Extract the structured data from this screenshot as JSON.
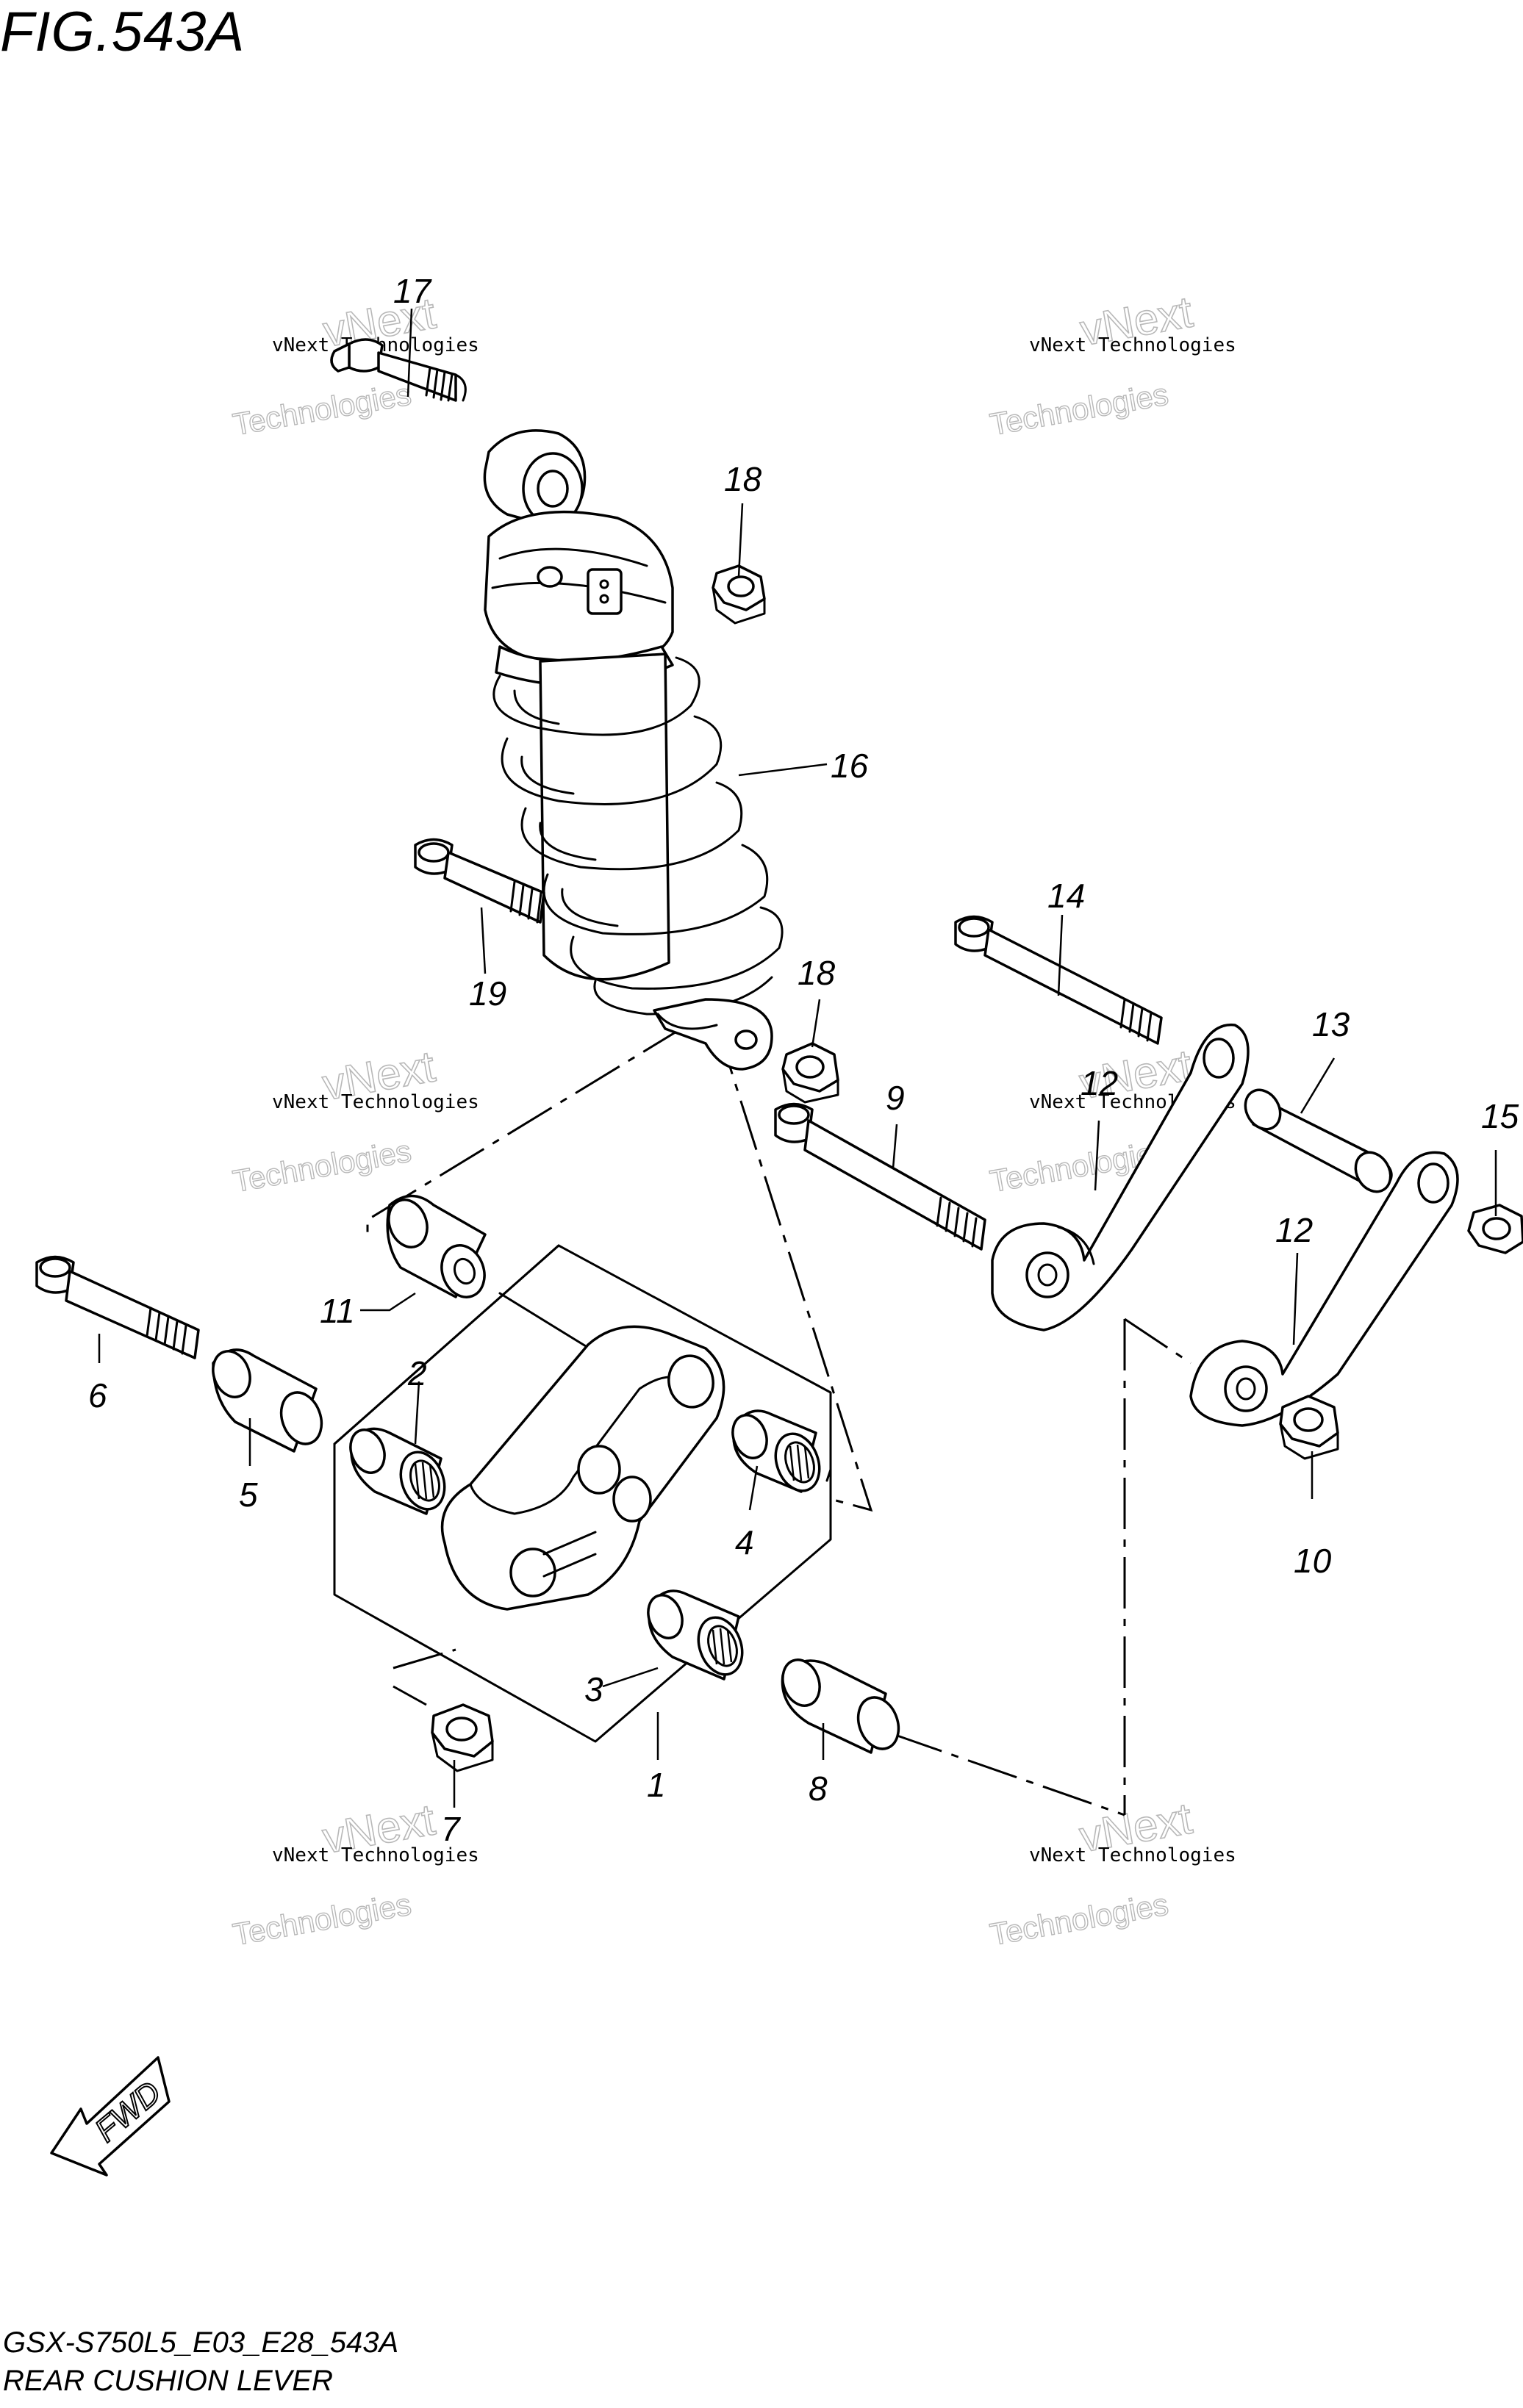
{
  "figure": {
    "title": "FIG.543A",
    "code": "GSX-S750L5_E03_E28_543A",
    "name": "REAR CUSHION LEVER",
    "direction_label": "FWD"
  },
  "watermark": {
    "line1": "vNext Technologies",
    "line2": "vNext",
    "line3": "Technologies"
  },
  "callouts": [
    "17",
    "18",
    "16",
    "19",
    "18",
    "14",
    "13",
    "15",
    "9",
    "12",
    "12",
    "11",
    "2",
    "6",
    "5",
    "4",
    "3",
    "1",
    "7",
    "8",
    "10"
  ]
}
